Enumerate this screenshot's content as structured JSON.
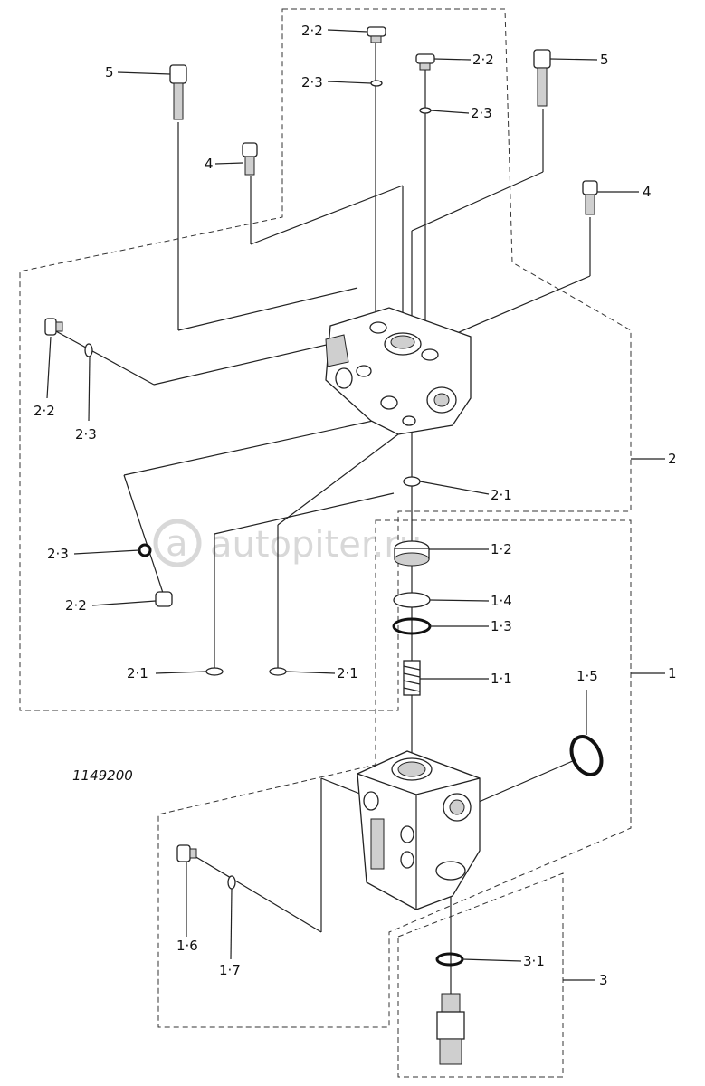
{
  "drawing_number": "1149200",
  "watermark": "autopiter.ru",
  "labels": {
    "l_2_2_top_a": "2·2",
    "l_2_3_top_a": "2·3",
    "l_2_2_top_b": "2·2",
    "l_2_3_top_b": "2·3",
    "l_5_left": "5",
    "l_5_right": "5",
    "l_4_left": "4",
    "l_4_right": "4",
    "l_2_2_left": "2·2",
    "l_2_3_left": "2·3",
    "l_2": "2",
    "l_2_1_mid": "2·1",
    "l_2_3_mid": "2·3",
    "l_1_2": "1·2",
    "l_2_2_mid": "2·2",
    "l_1_4": "1·4",
    "l_1_3": "1·3",
    "l_2_1_low_a": "2·1",
    "l_2_1_low_b": "2·1",
    "l_1_1": "1·1",
    "l_1_5": "1·5",
    "l_1": "1",
    "l_1_6": "1·6",
    "l_1_7": "1·7",
    "l_3_1": "3·1",
    "l_3": "3"
  }
}
